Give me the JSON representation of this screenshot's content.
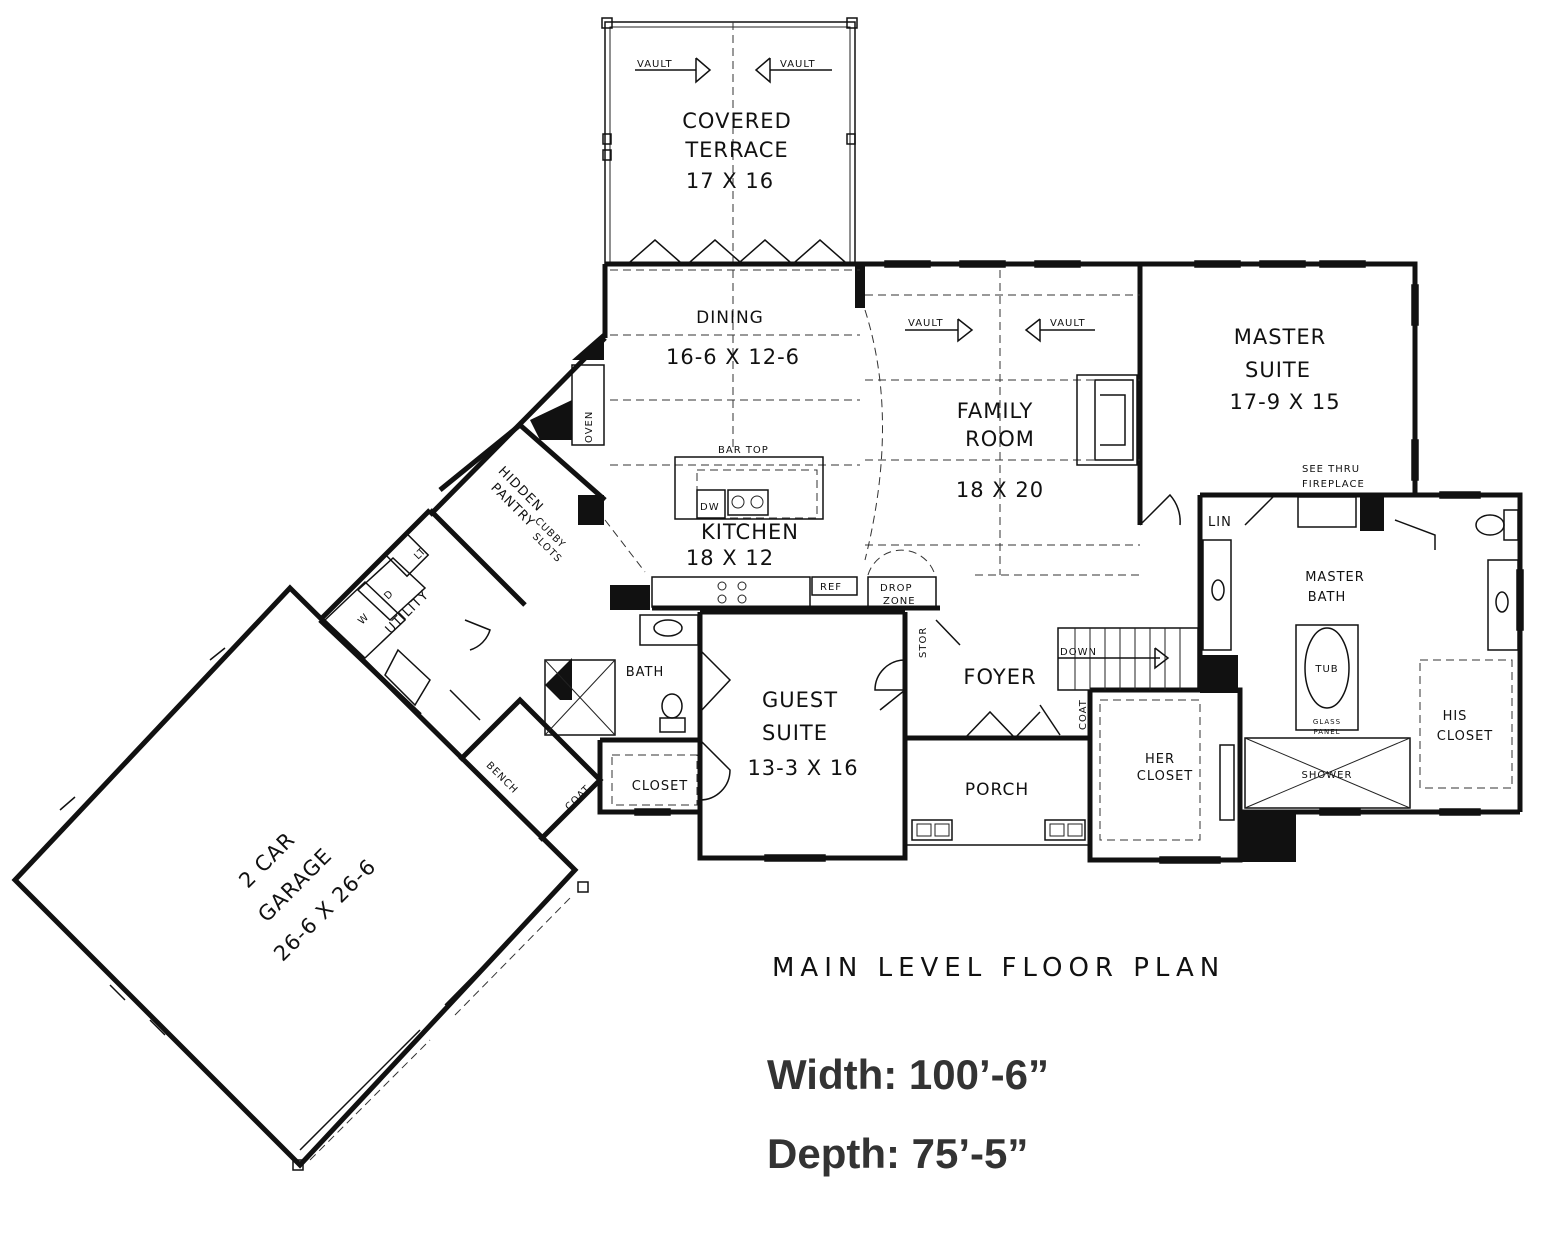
{
  "rooms": {
    "terrace": {
      "name_1": "COVERED",
      "name_2": "TERRACE",
      "size": "17 X 16"
    },
    "dining": {
      "name": "DINING",
      "size": "16-6 X 12-6"
    },
    "kitchen": {
      "name": "KITCHEN",
      "size": "18 X 12"
    },
    "family": {
      "name_1": "FAMILY",
      "name_2": "ROOM",
      "size": "18 X 20"
    },
    "master_suite": {
      "name_1": "MASTER",
      "name_2": "SUITE",
      "size": "17-9 X 15"
    },
    "master_bath": {
      "name_1": "MASTER",
      "name_2": "BATH"
    },
    "guest": {
      "name_1": "GUEST",
      "name_2": "SUITE",
      "size": "13-3 X 16"
    },
    "garage": {
      "name_1": "2 CAR",
      "name_2": "GARAGE",
      "size": "26-6 X 26-6"
    },
    "foyer": "FOYER",
    "porch": "PORCH",
    "bath": "BATH",
    "utility": "UTILITY",
    "pantry_1": "HIDDEN",
    "pantry_2": "PANTRY",
    "her_closet_1": "HER",
    "her_closet_2": "CLOSET",
    "his_closet_1": "HIS",
    "his_closet_2": "CLOSET",
    "guest_closet": "CLOSET",
    "shower": "SHOWER",
    "tub": "TUB"
  },
  "labels": {
    "vault": "VAULT",
    "bar_top": "BAR TOP",
    "dw": "DW",
    "oven": "OVEN",
    "ref": "REF",
    "drop_1": "DROP",
    "drop_2": "ZONE",
    "stor": "STOR",
    "down": "DOWN",
    "coat": "COAT",
    "bench": "BENCH",
    "lin": "LIN",
    "lt": "LT",
    "w": "W",
    "d": "D",
    "cubby_1": "CUBBY",
    "cubby_2": "SLOTS",
    "see_thru_1": "SEE THRU",
    "see_thru_2": "FIREPLACE",
    "glass_1": "GLASS",
    "glass_2": "PANEL"
  },
  "plan_title": "MAIN LEVEL FLOOR PLAN",
  "dimensions": {
    "width": "Width: 100’-6”",
    "depth": "Depth: 75’-5”"
  }
}
